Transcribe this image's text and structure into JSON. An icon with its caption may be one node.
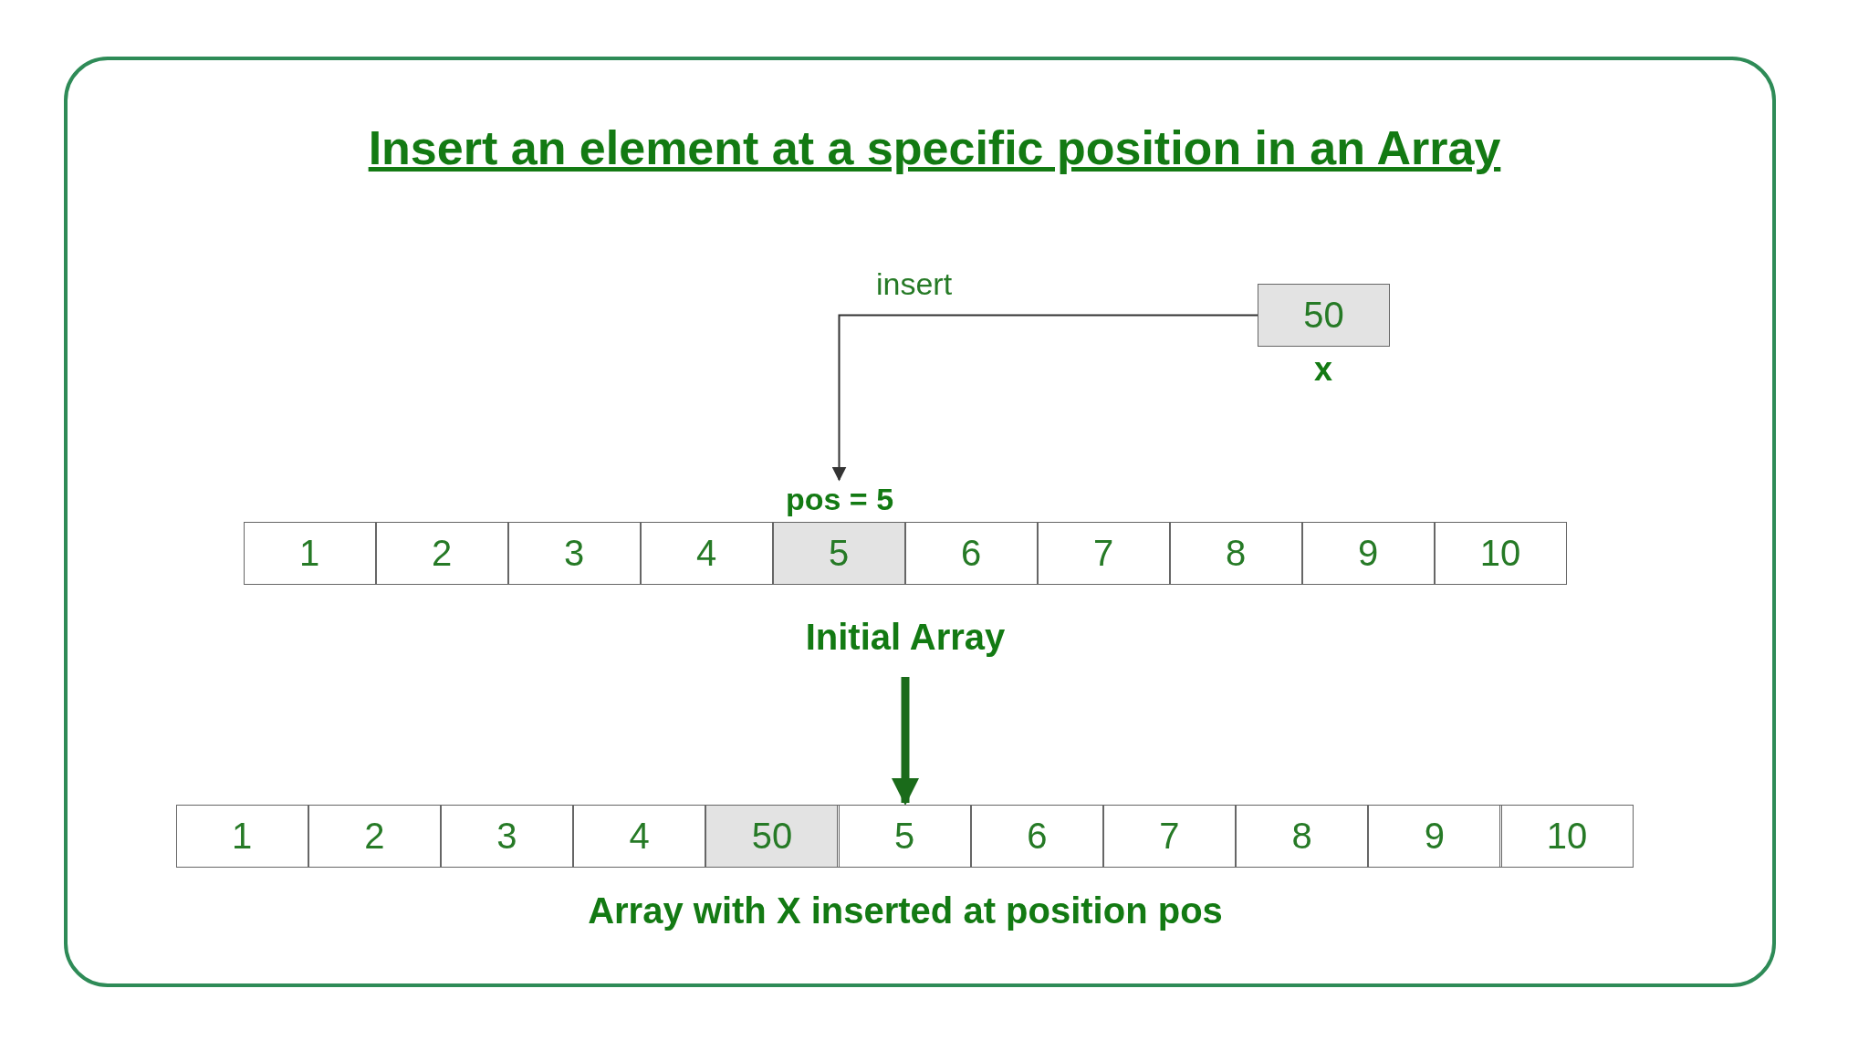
{
  "diagram": {
    "title": "Insert an element at a specific position in an Array",
    "nodes": [
      {
        "text": [
          "50"
        ],
        "beside": [
          "x"
        ]
      },
      {
        "text": [],
        "shape": "box",
        "beside": [
          "Initial Array"
        ]
      },
      {
        "text": [
          "1"
        ],
        "in": 1
      },
      {
        "text": [
          "2"
        ],
        "in": 1
      },
      {
        "text": [
          "3"
        ],
        "in": 1
      },
      {
        "text": [
          "4"
        ],
        "in": 1
      },
      {
        "text": [
          "5"
        ],
        "in": 1,
        "beside": [
          "pos = 5"
        ]
      },
      {
        "text": [
          "6"
        ],
        "in": 1
      },
      {
        "text": [
          "7"
        ],
        "in": 1
      },
      {
        "text": [
          "8"
        ],
        "in": 1
      },
      {
        "text": [
          "9"
        ],
        "in": 1
      },
      {
        "text": [
          "10"
        ],
        "in": 1
      },
      {
        "text": [],
        "shape": "box",
        "beside": [
          "Array with X inserted at position pos"
        ]
      },
      {
        "text": [
          "1"
        ],
        "in": 12
      },
      {
        "text": [
          "2"
        ],
        "in": 12
      },
      {
        "text": [
          "3"
        ],
        "in": 12
      },
      {
        "text": [
          "4"
        ],
        "in": 12
      },
      {
        "text": [
          "50"
        ],
        "in": 12
      },
      {
        "text": [
          "5"
        ],
        "in": 12
      },
      {
        "text": [
          "6"
        ],
        "in": 12
      },
      {
        "text": [
          "7"
        ],
        "in": 12
      },
      {
        "text": [
          "8"
        ],
        "in": 12
      },
      {
        "text": [
          "9"
        ],
        "in": 12
      },
      {
        "text": [
          "10"
        ],
        "in": 12
      }
    ],
    "edges": [
      {
        "from": 0,
        "to": 6,
        "arrow": "to",
        "label": "insert",
        "color": "#333333"
      },
      {
        "from": 1,
        "to": 12,
        "arrow": "to",
        "style": "thick",
        "color": "#1a6b1a"
      }
    ]
  }
}
